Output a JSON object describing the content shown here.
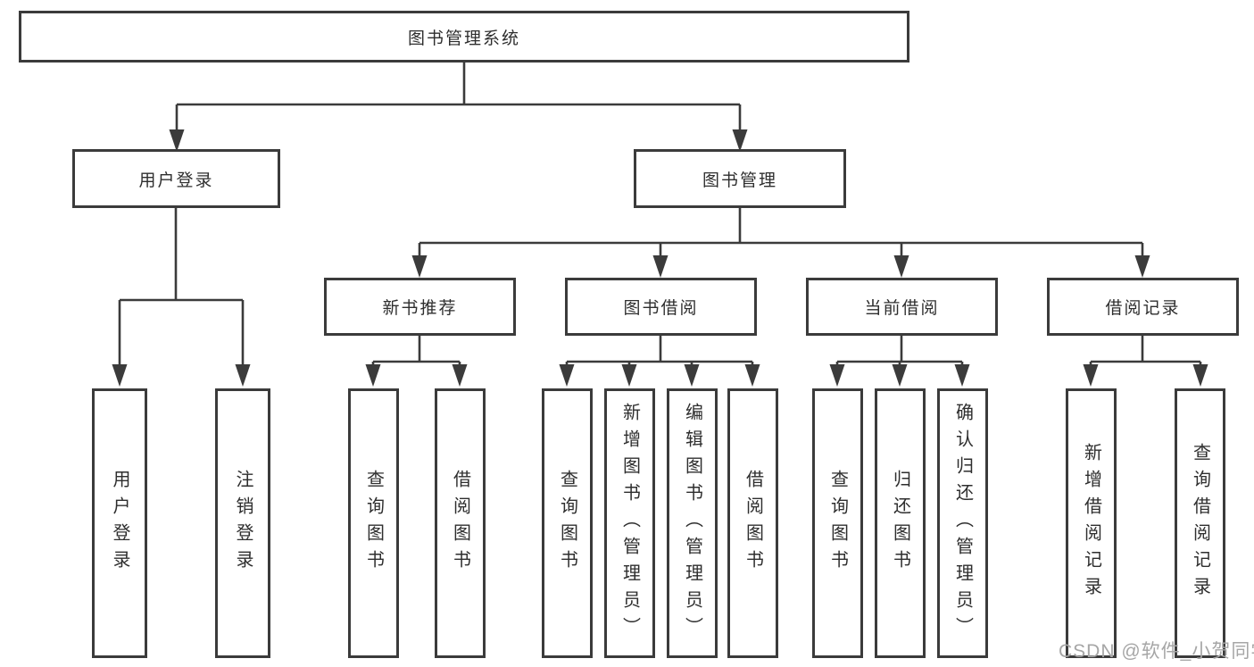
{
  "diagram": {
    "root": {
      "label": "图书管理系统"
    },
    "branches": [
      {
        "label": "用户登录",
        "children": [
          {
            "label": "用户登录"
          },
          {
            "label": "注销登录"
          }
        ]
      },
      {
        "label": "图书管理",
        "children": [
          {
            "label": "新书推荐",
            "children": [
              {
                "label": "查询图书"
              },
              {
                "label": "借阅图书"
              }
            ]
          },
          {
            "label": "图书借阅",
            "children": [
              {
                "label": "查询图书"
              },
              {
                "label": "新增图书（管理员）"
              },
              {
                "label": "编辑图书（管理员）"
              },
              {
                "label": "借阅图书"
              }
            ]
          },
          {
            "label": "当前借阅",
            "children": [
              {
                "label": "查询图书"
              },
              {
                "label": "归还图书"
              },
              {
                "label": "确认归还（管理员）"
              }
            ]
          },
          {
            "label": "借阅记录",
            "children": [
              {
                "label": "新增借阅记录"
              },
              {
                "label": "查询借阅记录"
              }
            ]
          }
        ]
      }
    ],
    "watermark": "CSDN @软件_小贺同学",
    "colors": {
      "line": "#3b3b3b",
      "text": "#2e2e2e",
      "watermark": "#a6a6a6",
      "background": "#ffffff"
    }
  }
}
